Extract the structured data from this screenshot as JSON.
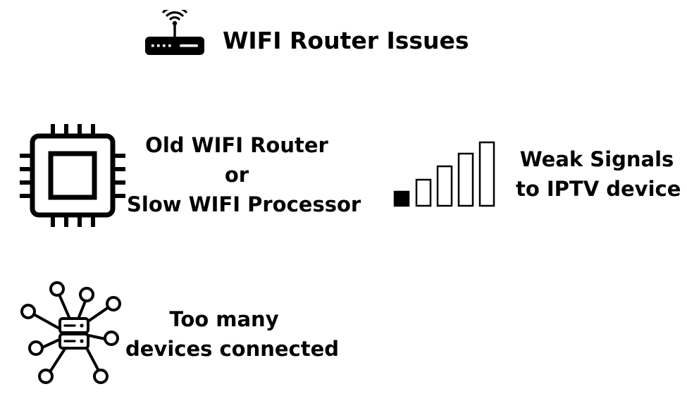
{
  "title": "WIFI Router Issues",
  "issues": [
    {
      "icon": "chip-icon",
      "lines": [
        "Old WIFI Router",
        "or",
        "Slow WIFI Processor"
      ]
    },
    {
      "icon": "signal-bars-icon",
      "lines": [
        "Weak Signals",
        "to IPTV device"
      ]
    },
    {
      "icon": "network-hub-icon",
      "lines": [
        "Too many",
        "devices connected"
      ]
    }
  ],
  "colors": {
    "ink": "#000000",
    "background": "#ffffff"
  }
}
